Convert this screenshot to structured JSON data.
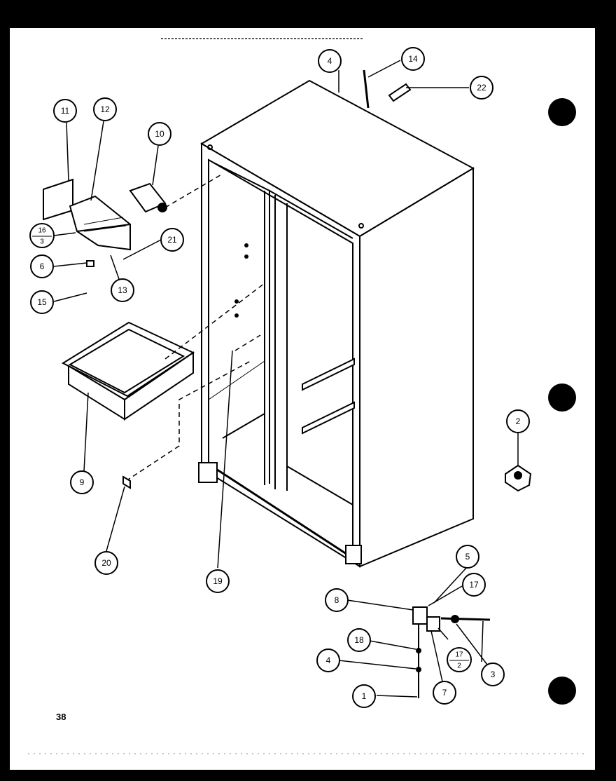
{
  "page_number": "38",
  "callouts": [
    {
      "id": "c11",
      "label": "11"
    },
    {
      "id": "c12",
      "label": "12"
    },
    {
      "id": "c10",
      "label": "10"
    },
    {
      "id": "c16",
      "label": "16",
      "sub": "3"
    },
    {
      "id": "c6",
      "label": "6"
    },
    {
      "id": "c15",
      "label": "15"
    },
    {
      "id": "c13",
      "label": "13"
    },
    {
      "id": "c21",
      "label": "21"
    },
    {
      "id": "c9",
      "label": "9"
    },
    {
      "id": "c20",
      "label": "20"
    },
    {
      "id": "c19",
      "label": "19"
    },
    {
      "id": "c4a",
      "label": "4"
    },
    {
      "id": "c14",
      "label": "14"
    },
    {
      "id": "c22",
      "label": "22"
    },
    {
      "id": "c2",
      "label": "2"
    },
    {
      "id": "c5",
      "label": "5"
    },
    {
      "id": "c17a",
      "label": "17"
    },
    {
      "id": "c8",
      "label": "8"
    },
    {
      "id": "c18",
      "label": "18"
    },
    {
      "id": "c17b",
      "label": "17",
      "sub": "2"
    },
    {
      "id": "c3",
      "label": "3"
    },
    {
      "id": "c4b",
      "label": "4"
    },
    {
      "id": "c7",
      "label": "7"
    },
    {
      "id": "c1",
      "label": "1"
    }
  ]
}
